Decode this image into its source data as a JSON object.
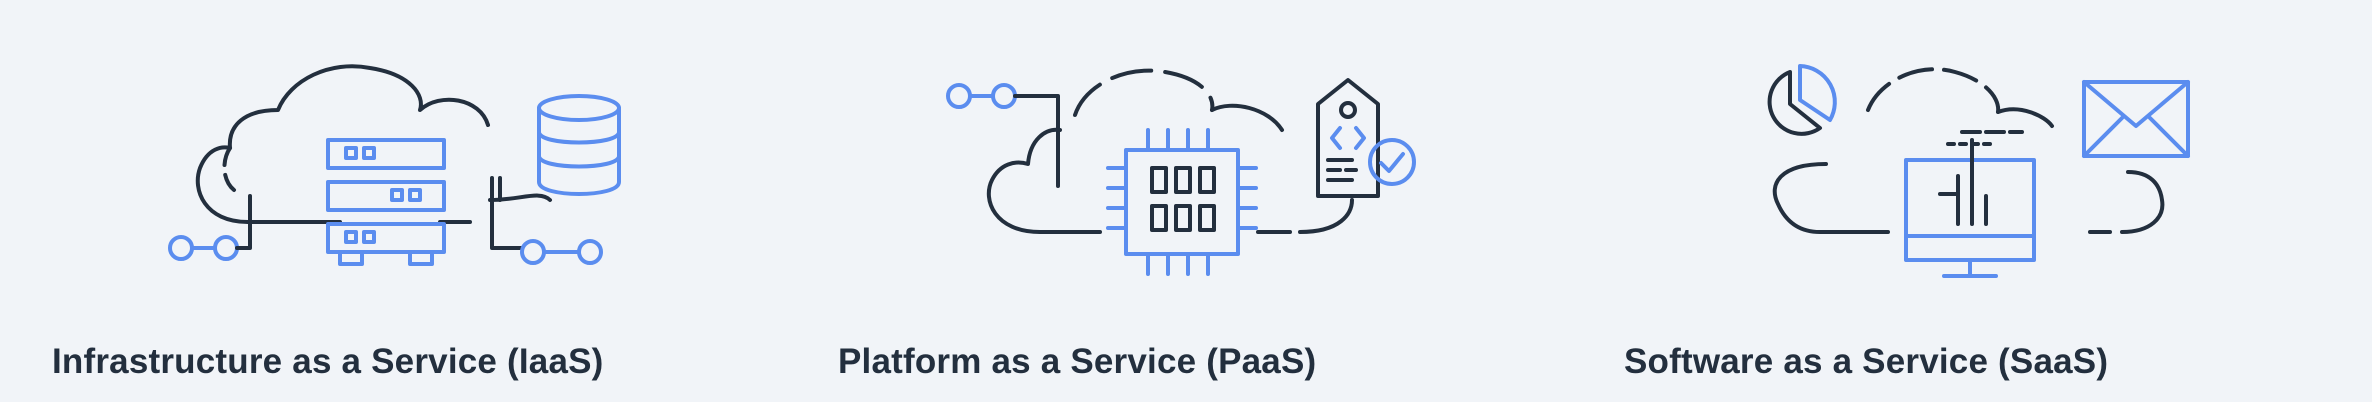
{
  "colors": {
    "background": "#f1f4f8",
    "dark_line": "#232f3e",
    "accent_blue": "#5b8def",
    "title_text": "#232f3e"
  },
  "cards": [
    {
      "title": "Infrastructure as a Service (IaaS)",
      "icons": [
        "cloud-icon",
        "server-rack-icon",
        "database-icon",
        "connector-nodes-icon"
      ]
    },
    {
      "title": "Platform as a Service (PaaS)",
      "icons": [
        "cloud-icon",
        "chip-icon",
        "code-tag-icon",
        "check-badge-icon",
        "connector-nodes-icon"
      ]
    },
    {
      "title": "Software as a Service (SaaS)",
      "icons": [
        "cloud-icon",
        "pie-chart-icon",
        "envelope-icon",
        "monitor-icon"
      ]
    }
  ]
}
